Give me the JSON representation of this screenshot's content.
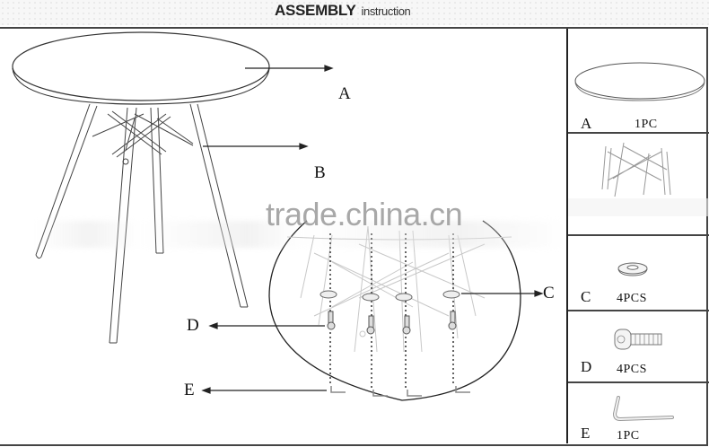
{
  "header": {
    "title_main": "ASSEMBLY",
    "title_sub": "instruction"
  },
  "diagram": {
    "callouts": [
      {
        "label": "A",
        "target": "table-top"
      },
      {
        "label": "B",
        "target": "leg-base"
      },
      {
        "label": "C",
        "target": "washer"
      },
      {
        "label": "D",
        "target": "screw"
      },
      {
        "label": "E",
        "target": "hex-key"
      }
    ],
    "watermark": "trade.china.cn"
  },
  "parts": [
    {
      "letter": "A",
      "qty": "1PC",
      "icon": "table-top-icon"
    },
    {
      "letter": "",
      "qty": "",
      "icon": "leg-base-icon"
    },
    {
      "letter": "C",
      "qty": "4PCS",
      "icon": "washer-icon"
    },
    {
      "letter": "D",
      "qty": "4PCS",
      "icon": "screw-icon"
    },
    {
      "letter": "E",
      "qty": "1PC",
      "icon": "hex-key-icon"
    }
  ],
  "colors": {
    "line": "#222222",
    "light_line": "#bdbdbd",
    "watermark": "#9a9a9a"
  }
}
